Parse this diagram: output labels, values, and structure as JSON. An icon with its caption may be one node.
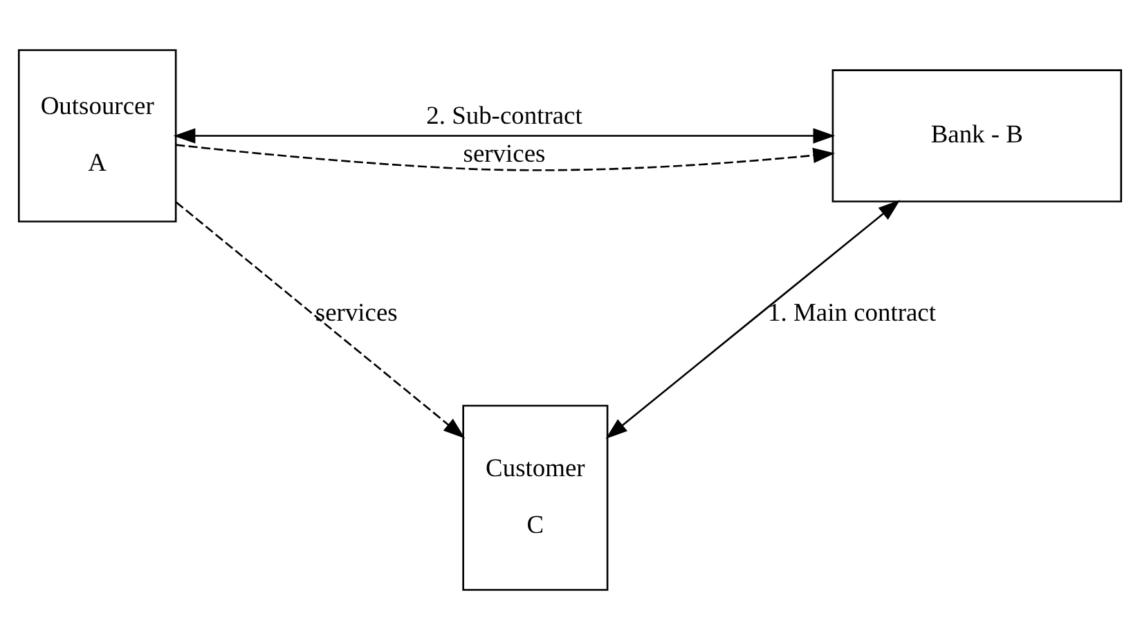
{
  "diagram": {
    "nodes": [
      {
        "text": [
          "Outsourcer",
          "A"
        ]
      },
      {
        "text": [
          "Bank - B"
        ]
      },
      {
        "text": [
          "Customer",
          "C"
        ]
      }
    ],
    "edges": [
      {
        "from": 0,
        "to": 1,
        "arrow": "both",
        "label": "2. Sub-contract"
      },
      {
        "from": 0,
        "to": 1,
        "arrow": "to",
        "label": "services",
        "style": "dashed"
      },
      {
        "from": 1,
        "to": 2,
        "arrow": "both",
        "label": "1. Main contract"
      },
      {
        "from": 0,
        "to": 2,
        "arrow": "to",
        "label": "services",
        "style": "dashed"
      }
    ]
  }
}
